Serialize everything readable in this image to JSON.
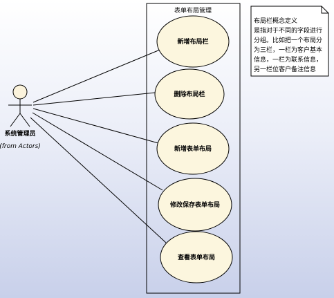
{
  "boundary": {
    "title": "表单布局管理"
  },
  "actor": {
    "name": "系统管理员",
    "stereotype": "(from Actors)"
  },
  "use_cases": [
    {
      "id": "uc1",
      "label": "新增布局栏"
    },
    {
      "id": "uc2",
      "label": "删除布局栏"
    },
    {
      "id": "uc3",
      "label": "新增表单布局"
    },
    {
      "id": "uc4",
      "label": "修改保存表单布局"
    },
    {
      "id": "uc5",
      "label": "查看表单布局"
    }
  ],
  "note": {
    "lines": [
      "布局栏概念定义",
      "是指对于不同的字段进行",
      "分组。比如把一个布局分",
      "为三栏，一栏为客户基本",
      "信息，一栏为联系信息，",
      "另一栏位客户备注信息"
    ]
  },
  "colors": {
    "usecase_fill": "#fcf6de",
    "usecase_stroke": "#000000",
    "actor_head_fill": "#fbf3dc",
    "note_fill": "#ffffff",
    "boundary_stroke": "#000000",
    "background_top": "#ffffff",
    "background_bottom": "#c8d0ea"
  }
}
